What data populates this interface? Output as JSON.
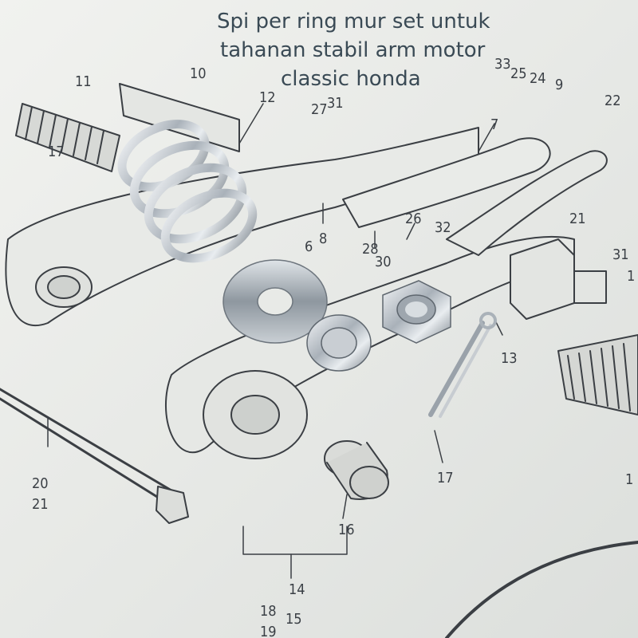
{
  "caption": {
    "line1": "Spi per ring mur set untuk",
    "line2": "tahanan stabil arm motor",
    "line3": "classic honda"
  },
  "part_numbers": {
    "n11": "11",
    "n10": "10",
    "n12": "12",
    "n27": "27",
    "n31a": "31",
    "n33": "33",
    "n25": "25",
    "n24": "24",
    "n9": "9",
    "n22": "22",
    "n7": "7",
    "n17a": "17",
    "n8": "8",
    "n6": "6",
    "n26": "26",
    "n32": "32",
    "n28": "28",
    "n30": "30",
    "n21a": "21",
    "n31b": "31",
    "n1x": "1",
    "n13": "13",
    "n17b": "17",
    "n20": "20",
    "n21b": "21",
    "n16": "16",
    "n14": "14",
    "n18": "18",
    "n15": "15",
    "n19": "19",
    "n1y": "1"
  }
}
